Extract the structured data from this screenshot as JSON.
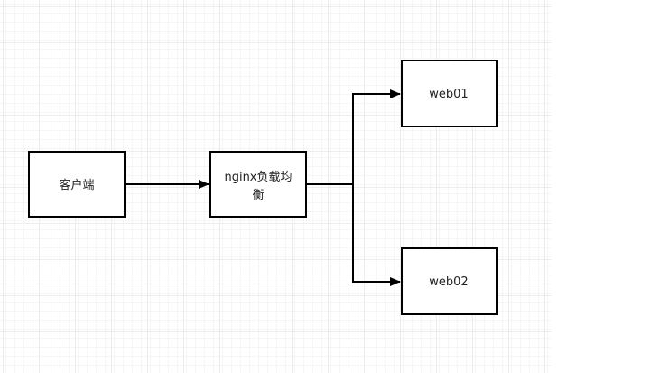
{
  "diagram": {
    "nodes": {
      "client": {
        "label": "客户端"
      },
      "nginx": {
        "line1": "nginx负载均",
        "line2": "衡"
      },
      "web01": {
        "label": "web01"
      },
      "web02": {
        "label": "web02"
      }
    },
    "colors": {
      "grid_minor": "#eeeeee",
      "grid_major": "#dddddd",
      "stroke": "#000000",
      "text": "#222222"
    }
  }
}
